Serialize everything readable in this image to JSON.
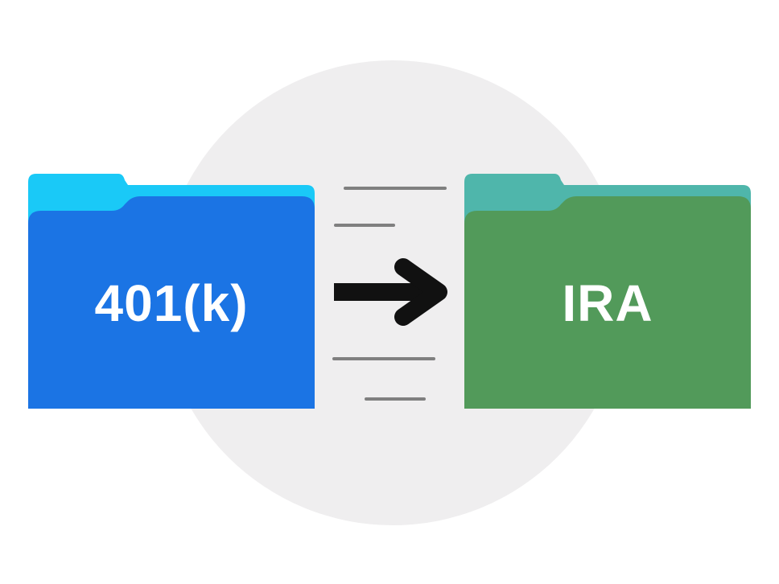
{
  "diagram": {
    "source": {
      "label": "401(k)",
      "tab_color": "#1ac9f7",
      "body_color": "#1b74e4"
    },
    "destination": {
      "label": "IRA",
      "tab_color": "#4fb6ab",
      "body_color": "#529a5a"
    },
    "arrow_color": "#111111",
    "motion_line_color": "#7f7f7f",
    "backdrop_color": "#efeeef",
    "icons": [
      "folder-icon",
      "arrow-right-icon",
      "speed-lines"
    ]
  }
}
